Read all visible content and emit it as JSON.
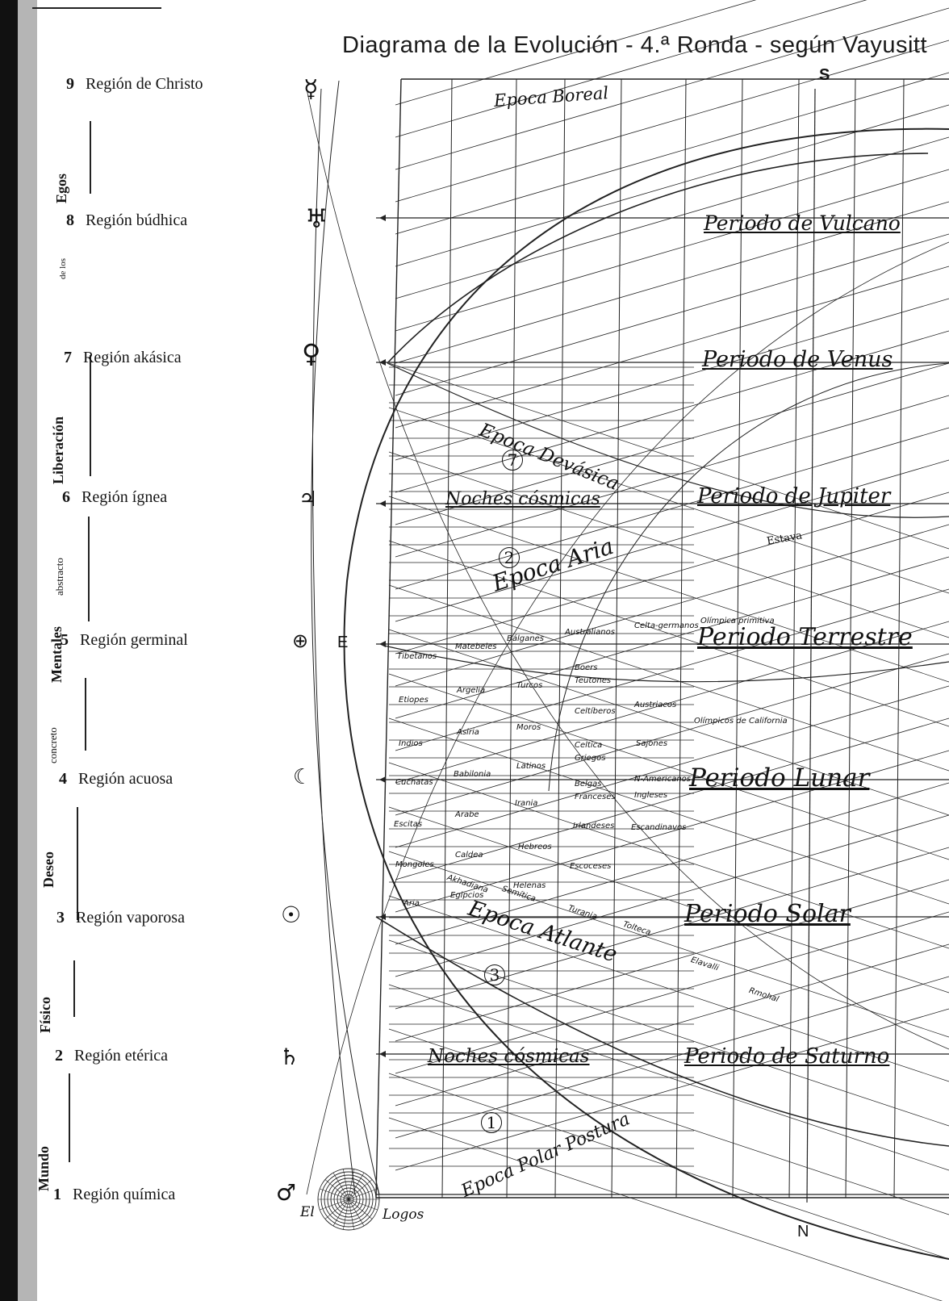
{
  "title": "Diagrama de la Evolución - 4.ª Ronda - según Vayusitt",
  "regions": [
    {
      "num": "9",
      "name": "Región de Christo",
      "symbol": "☿"
    },
    {
      "num": "8",
      "name": "Región búdhica",
      "symbol": "♅"
    },
    {
      "num": "7",
      "name": "Región akásica",
      "symbol": "♀"
    },
    {
      "num": "6",
      "name": "Región ígnea",
      "symbol": "♃"
    },
    {
      "num": "5",
      "name": "Región germinal",
      "symbol": "⊕"
    },
    {
      "num": "4",
      "name": "Región acuosa",
      "symbol": "☾"
    },
    {
      "num": "3",
      "name": "Región vaporosa",
      "symbol": "☉"
    },
    {
      "num": "2",
      "name": "Región etérica",
      "symbol": "♄"
    },
    {
      "num": "1",
      "name": "Región química",
      "symbol": "♂"
    }
  ],
  "side_labels": {
    "egos": "Egos",
    "de_los": "de los",
    "liberacion": "Liberación",
    "abstracto": "abstracto",
    "mentales": "Mentales",
    "concreto": "concreto",
    "deseo": "Deseo",
    "fisico": "Físico",
    "mundo": "Mundo"
  },
  "compass": {
    "north_top": "S",
    "bottom": "N",
    "east": "E"
  },
  "logos": {
    "el": "El",
    "logos": "Logos"
  },
  "periods": [
    "Periodo de Vulcano",
    "Periodo de Venus",
    "Periodo de Jupiter",
    "Periodo Terrestre",
    "Periodo Lunar",
    "Periodo Solar",
    "Periodo de Saturno"
  ],
  "epochs": [
    "Epoca Boreal",
    "Epoca Devásica",
    "Epoca Aria",
    "Epoca Atlante",
    "Epoca Polar Postura"
  ],
  "noches": [
    "Noches cósmicas",
    "Noches cósmicas"
  ],
  "circled_numbers": [
    "7",
    "2",
    "3",
    "1"
  ],
  "races": {
    "col1": [
      "Tibetanos",
      "Etiopes",
      "Indios",
      "Cuchatas",
      "Escitas",
      "Mongoles",
      "Aria"
    ],
    "col2": [
      "Matebeles",
      "Argelia",
      "Asiria",
      "Babilonia",
      "Arabe",
      "Caldea",
      "Egipcios"
    ],
    "col3": [
      "Bálganes",
      "Turcos",
      "Moros",
      "Latinos",
      "Irania",
      "Hebreos",
      "Helenas"
    ],
    "col4": [
      "Australianos",
      "Boers",
      "Teutones",
      "Celtíberos",
      "Celtica",
      "Griegos",
      "Belgas",
      "Franceses",
      "Irlandeses",
      "Escoceses"
    ],
    "col5": [
      "Celta-germanos",
      "Austriacos",
      "Sajones",
      "N-Americanos",
      "Ingleses",
      "Escandinavos"
    ],
    "col6": [
      "Olímpica primitiva",
      "Olímpicos de California"
    ],
    "atlante": [
      "Akhadiana",
      "Semítica",
      "Turania",
      "Tolteca",
      "Elavalli",
      "Rmohal"
    ]
  },
  "estava": "Estava"
}
